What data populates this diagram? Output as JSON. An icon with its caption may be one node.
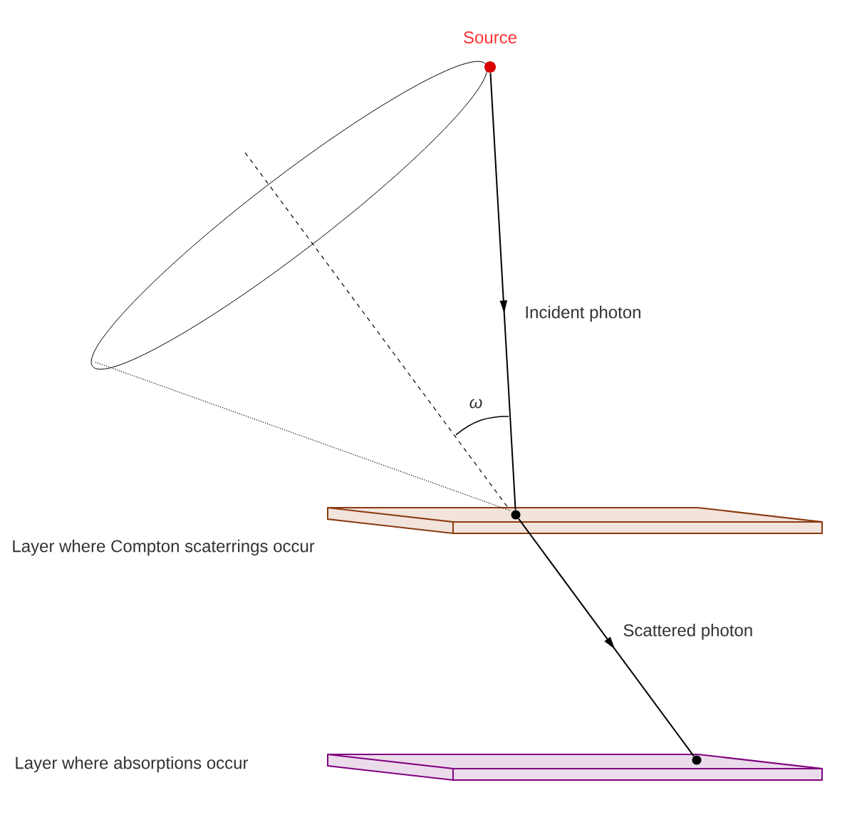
{
  "diagram": {
    "nodes": [
      {
        "text": [],
        "shape": "circle",
        "beside": [
          "Source"
        ]
      },
      {
        "text": [],
        "shape": "circle"
      },
      {
        "text": [],
        "shape": "circle"
      }
    ],
    "edges": [
      {
        "from": 0,
        "to": 1,
        "arrow": "to",
        "label": "Incident photon"
      },
      {
        "from": 1,
        "to": 2,
        "arrow": "to",
        "label": "Scattered photon"
      }
    ],
    "labels": [
      "ω",
      "Layer where Compton scaterrings occur",
      "Layer where absorptions occur"
    ]
  }
}
